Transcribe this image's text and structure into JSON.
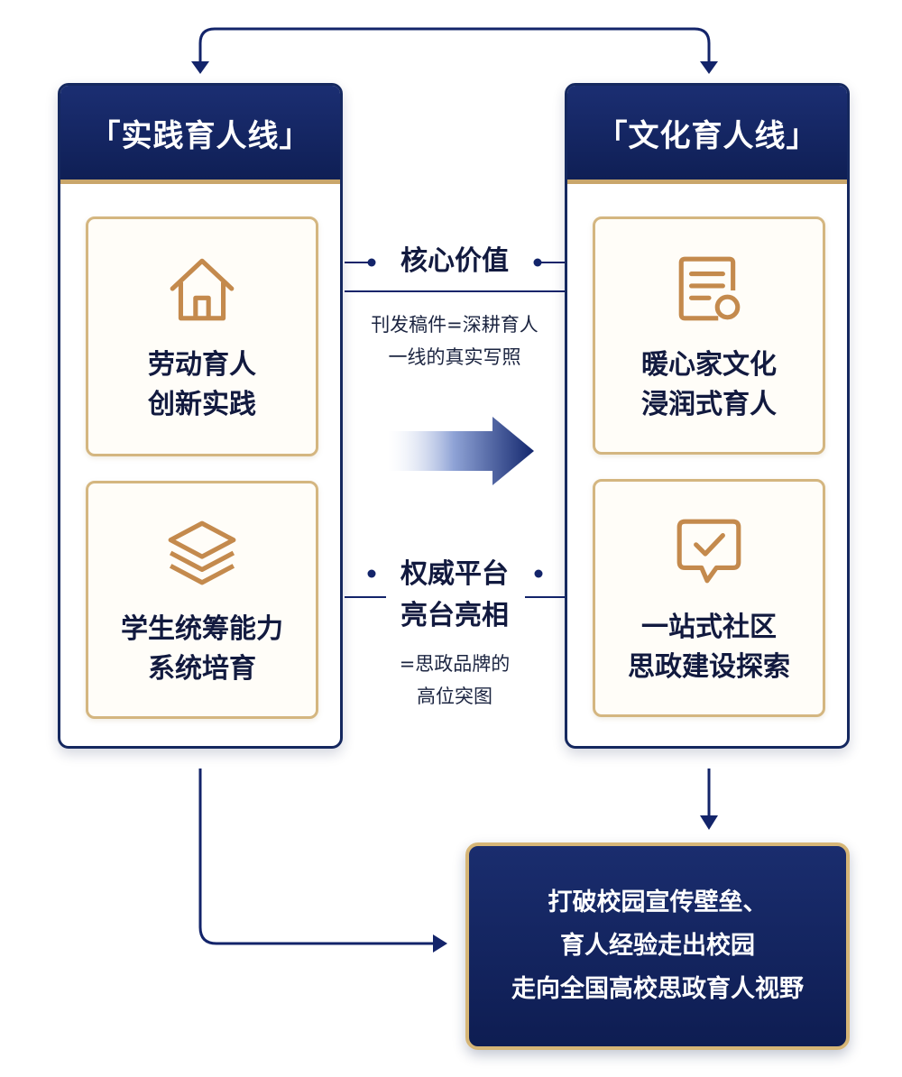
{
  "left_column": {
    "title": "「实践育人线」",
    "cards": [
      {
        "icon": "house-icon",
        "text": "劳动育人\n创新实践"
      },
      {
        "icon": "layers-icon",
        "text": "学生统筹能力\n系统培育"
      }
    ]
  },
  "right_column": {
    "title": "「文化育人线」",
    "cards": [
      {
        "icon": "document-badge-icon",
        "text": "暖心家文化\n浸润式育人"
      },
      {
        "icon": "chat-check-icon",
        "text": "一站式社区\n思政建设探索"
      }
    ]
  },
  "middle": {
    "core_value_label": "核心价值",
    "core_value_note": "刊发稿件=深耕育人\n一线的真实写照",
    "platform_label_line1": "权威平台",
    "platform_label_line2": "亮台亮相",
    "platform_note": "=思政品牌的\n高位突图"
  },
  "outcome": {
    "line1": "打破校园宣传壁垒、",
    "line2": "育人经验走出校园",
    "line3": "走向全国高校思政育人视野"
  },
  "colors": {
    "navy": "#13246a",
    "gold": "#c9a66b",
    "text": "#121a3f"
  }
}
